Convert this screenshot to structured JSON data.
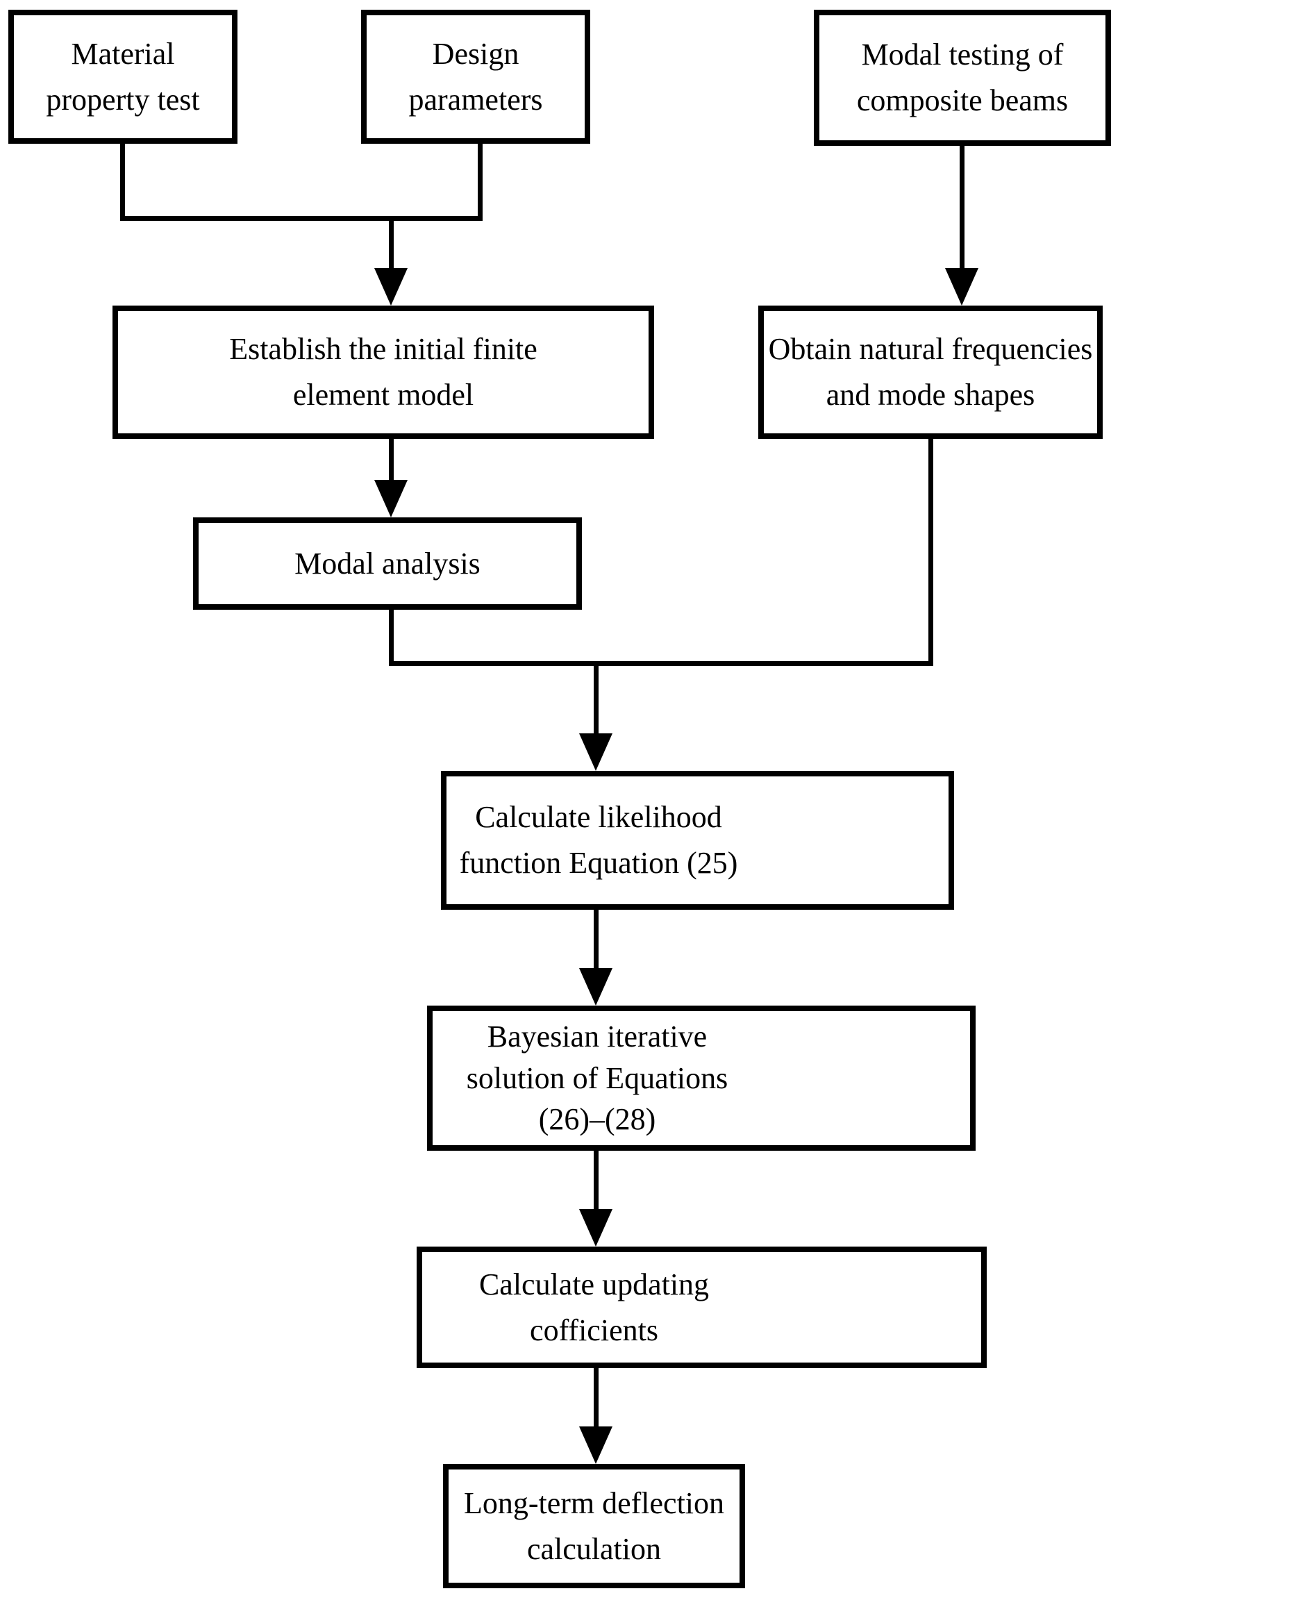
{
  "figure": {
    "type": "flowchart",
    "background_color": "#ffffff",
    "stroke_color": "#000000",
    "nodes": [
      {
        "id": "material-property-test",
        "label": "Material\nproperty test"
      },
      {
        "id": "design-parameters",
        "label": "Design\nparameters"
      },
      {
        "id": "modal-testing",
        "label": "Modal testing of\ncomposite beams"
      },
      {
        "id": "initial-fe-model",
        "label": "Establish the initial finite\nelement model"
      },
      {
        "id": "natural-frequencies",
        "label": "Obtain natural frequencies\nand mode shapes"
      },
      {
        "id": "modal-analysis",
        "label": "Modal analysis"
      },
      {
        "id": "likelihood-function",
        "label": "Calculate likelihood\nfunction Equation (25)"
      },
      {
        "id": "bayesian-iteration",
        "label": "Bayesian iterative\nsolution of Equations\n(26)–(28)"
      },
      {
        "id": "updating-coefficients",
        "label": "Calculate updating\ncofficients"
      },
      {
        "id": "long-term-deflection",
        "label": "Long-term deflection\ncalculation"
      }
    ],
    "edges": [
      {
        "from": "material-property-test",
        "to": "initial-fe-model"
      },
      {
        "from": "design-parameters",
        "to": "initial-fe-model"
      },
      {
        "from": "modal-testing",
        "to": "natural-frequencies"
      },
      {
        "from": "initial-fe-model",
        "to": "modal-analysis"
      },
      {
        "from": "modal-analysis",
        "to": "likelihood-function"
      },
      {
        "from": "natural-frequencies",
        "to": "likelihood-function"
      },
      {
        "from": "likelihood-function",
        "to": "bayesian-iteration"
      },
      {
        "from": "bayesian-iteration",
        "to": "updating-coefficients"
      },
      {
        "from": "updating-coefficients",
        "to": "long-term-deflection"
      }
    ]
  }
}
